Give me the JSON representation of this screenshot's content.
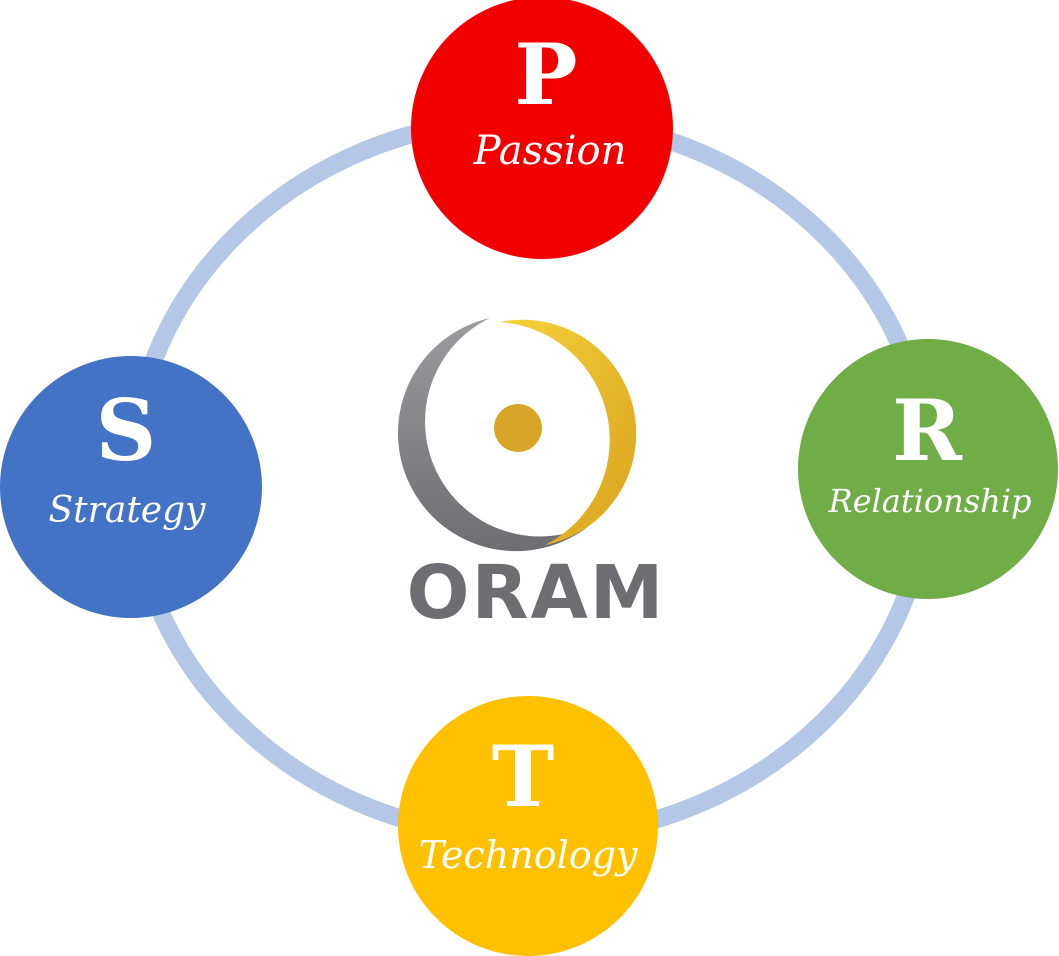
{
  "colors": {
    "ring": "#b4c7e7",
    "passion": "#f20000",
    "relationship": "#70ad47",
    "technology": "#ffc000",
    "strategy": "#4472c4",
    "logo_gray": "#6d6e71",
    "logo_gold": "#e6b428"
  },
  "logo": {
    "icon": "oram-swirl-icon",
    "text": "ORAM"
  },
  "nodes": {
    "passion": {
      "letter": "P",
      "label": "Passion"
    },
    "relationship": {
      "letter": "R",
      "label": "Relationship"
    },
    "technology": {
      "letter": "T",
      "label": "Technology"
    },
    "strategy": {
      "letter": "S",
      "label": "Strategy"
    }
  }
}
